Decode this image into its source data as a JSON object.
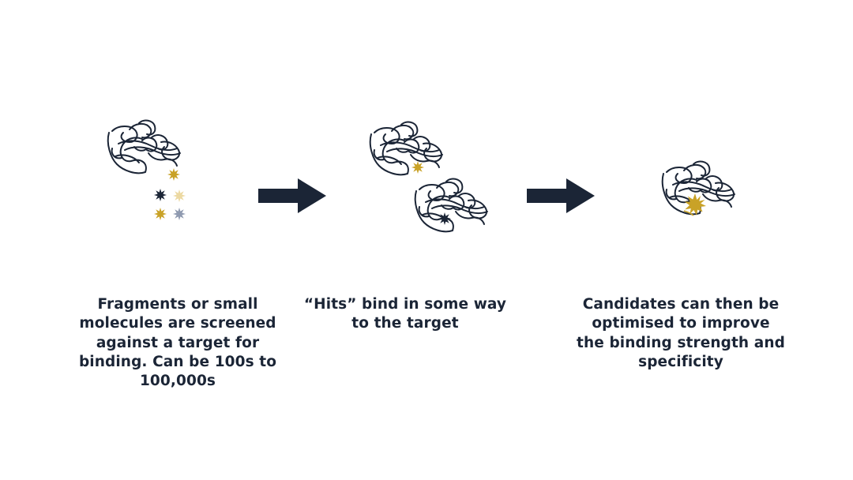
{
  "colors": {
    "ink": "#1b2536",
    "gold": "#c9a227",
    "pale_gold": "#ecd9a2",
    "grey_blue": "#8f9ab0",
    "background": "#ffffff"
  },
  "steps": [
    {
      "caption_lines": [
        "Fragments or small",
        "molecules are screened",
        "against a target for",
        "binding. Can be 100s to",
        "100,000s"
      ]
    },
    {
      "caption_lines": [
        "“Hits” bind in some way",
        "to the target"
      ]
    },
    {
      "caption_lines": [
        "Candidates can then be",
        "optimised to improve",
        "the binding strength and",
        "specificity"
      ]
    }
  ],
  "icons": {
    "protein": "protein-target-icon",
    "fragment": "fragment-star-icon",
    "arrow": "right-arrow-icon"
  }
}
